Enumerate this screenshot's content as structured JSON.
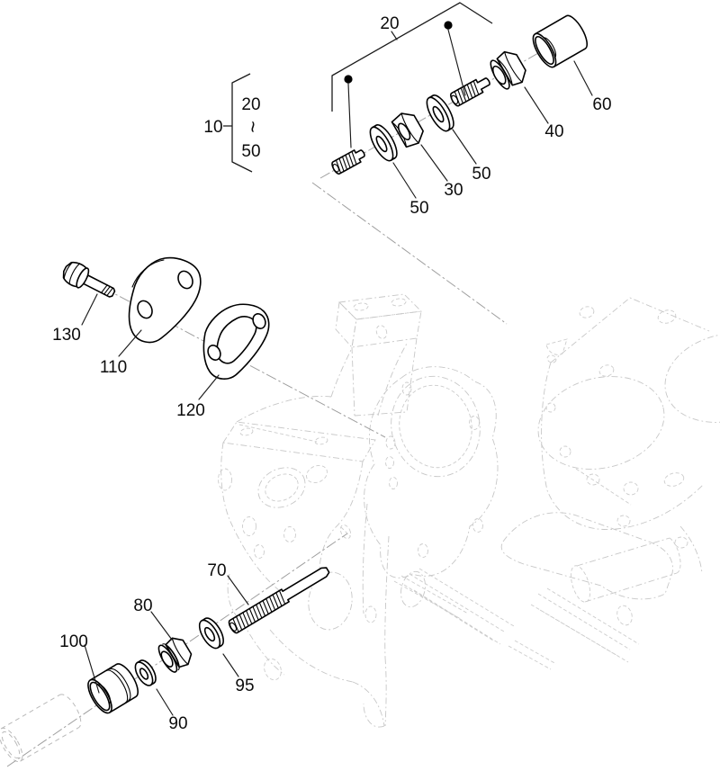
{
  "figure": {
    "type": "exploded-parts-diagram",
    "background": "#ffffff"
  },
  "colors": {
    "part_line": "#000000",
    "leader_line": "#1a1a1a",
    "phantom_line": "#c7c7c7",
    "axis_line": "#9f9f9f"
  },
  "labels": {
    "bracket": {
      "group": "10",
      "from": "20",
      "tilde": "~",
      "to": "50"
    },
    "top_assembly": {
      "group": "20",
      "washer_front": "50",
      "nut": "30",
      "washer_rear": "50",
      "flange_nut": "40",
      "cap_nut": "60"
    },
    "cover_assembly": {
      "bolt": "130",
      "cover": "110",
      "gasket": "120"
    },
    "lower_assembly": {
      "stud": "70",
      "flange_nut": "80",
      "washer_small": "90",
      "washer_large": "95",
      "cap_nut": "100"
    }
  }
}
